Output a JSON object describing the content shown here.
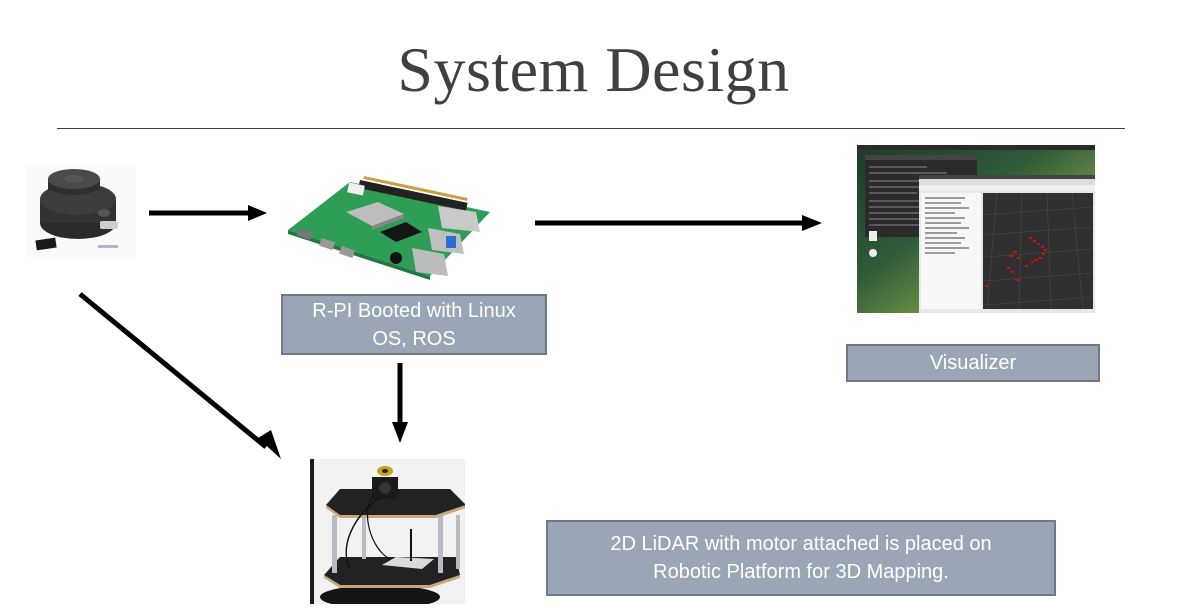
{
  "slide": {
    "title": "System Design"
  },
  "nodes": {
    "lidar": {
      "image_label": "2D LiDAR sensor"
    },
    "rpi": {
      "image_label": "Raspberry Pi board",
      "caption_line1": "R-PI Booted with Linux",
      "caption_line2": "OS, ROS"
    },
    "visualizer": {
      "image_label": "ROS RViz visualizer screenshot with red point cloud",
      "caption": "Visualizer"
    },
    "platform": {
      "image_label": "Robotic platform with LiDAR mounted on top",
      "caption_line1": "2D LiDAR with motor attached is placed on",
      "caption_line2": "Robotic Platform for 3D Mapping."
    }
  },
  "edges": [
    {
      "from": "lidar",
      "to": "rpi"
    },
    {
      "from": "rpi",
      "to": "visualizer"
    },
    {
      "from": "rpi",
      "to": "platform"
    },
    {
      "from": "lidar",
      "to": "platform"
    }
  ],
  "colors": {
    "title": "#404040",
    "box_fill": "#9aa6b5",
    "box_border": "#6e7886",
    "box_text": "#ffffff",
    "arrow": "#000000",
    "point_cloud": "#d01010"
  }
}
